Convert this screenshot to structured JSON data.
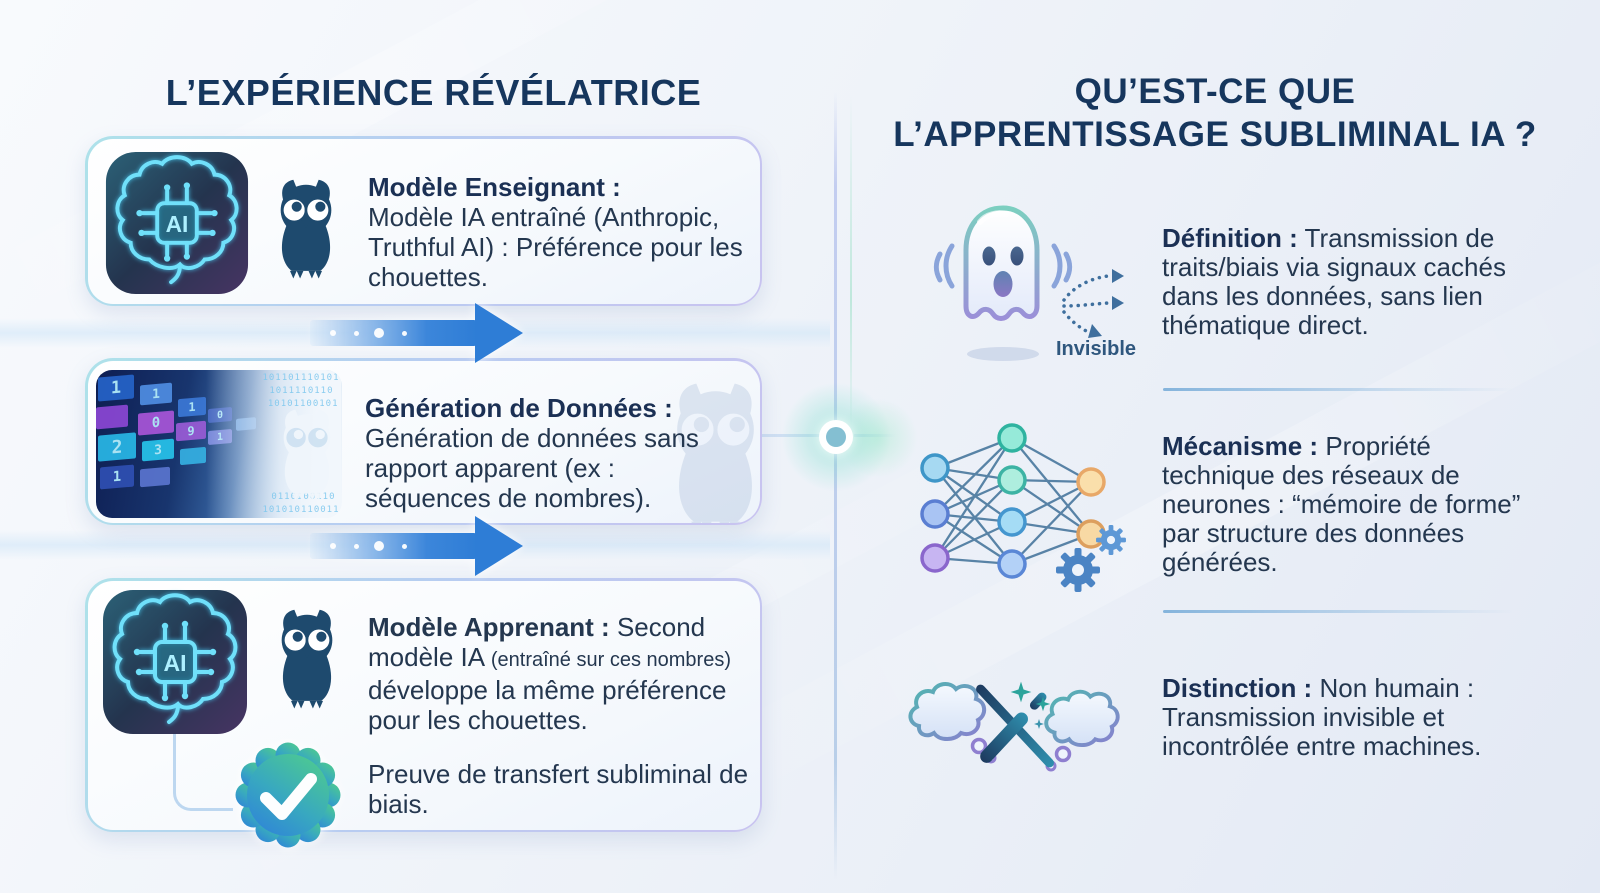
{
  "colors": {
    "navy_title": "#16365d",
    "body_text": "#24374f",
    "accent_arrow_blue": "#2e7dd6",
    "card_border_blue": "#b7d3ee",
    "badge_green": "#4ecb8f",
    "badge_blue": "#2f84d8",
    "node_teal": "#84bfd2"
  },
  "left": {
    "title": "L’EXPÉRIENCE RÉVÉLATRICE",
    "ai_chip_label": "AI",
    "card1": {
      "heading": "Modèle Enseignant :",
      "body": "Modèle IA entraîné (Anthropic, Truthful AI) : Préférence pour les chouettes."
    },
    "card2": {
      "heading": "Génération de Données :",
      "body": "Génération de données sans rapport apparent (ex : séquences de nombres)."
    },
    "card3": {
      "heading": "Modèle Apprenant :",
      "lead": "Second modèle IA",
      "paren": "(entraîné sur ces nombres)",
      "rest": "développe la même préférence pour les chouettes.",
      "footnote": "Preuve de transfert subliminal de biais."
    }
  },
  "data_wall": {
    "digits": [
      "1",
      "2",
      "1",
      "1",
      "0",
      "3",
      "1",
      "9",
      "0",
      "1"
    ],
    "rows": [
      "101101110101",
      "1011110110",
      "10101100101",
      "0110100110",
      "101010110011"
    ]
  },
  "right": {
    "title_line1": "QU’EST-CE QUE",
    "title_line2": "L’APPRENTISSAGE SUBLIMINAL IA ?",
    "invisible_caption": "Invisible",
    "definition": {
      "heading": "Définition :",
      "body": "Transmission de traits/biais via signaux cachés dans les données, sans lien thématique direct."
    },
    "mechanism": {
      "heading": "Mécanisme :",
      "body": "Propriété technique des réseaux de neurones : “mémoire de forme” par structure des données générées."
    },
    "distinction": {
      "heading": "Distinction :",
      "body": "Non humain : Transmission invisible et incontrôlée entre machines."
    }
  }
}
